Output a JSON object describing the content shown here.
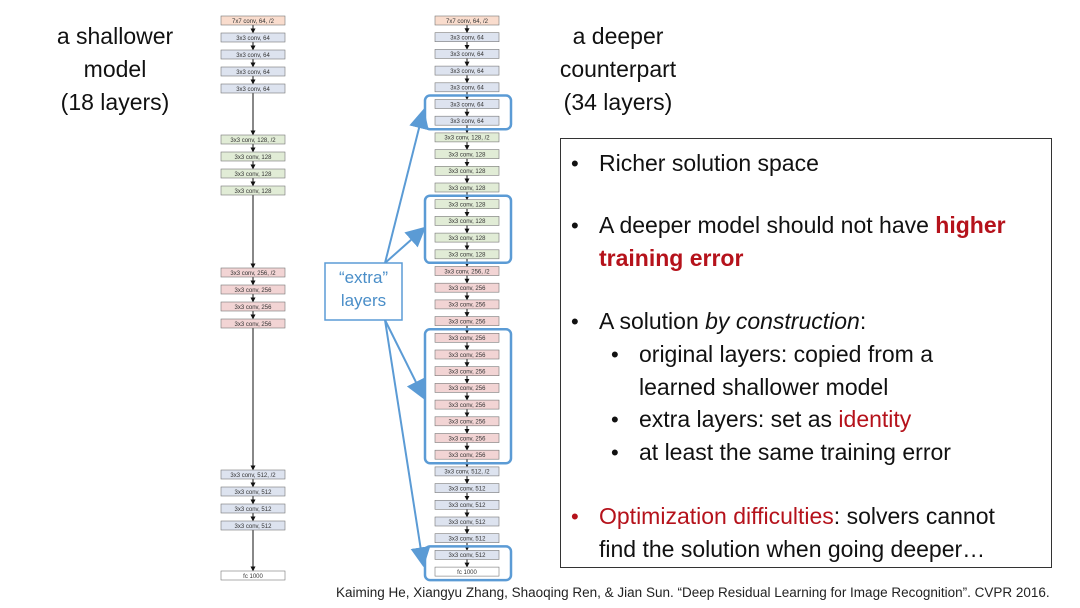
{
  "shallow_heading": [
    "a shallower",
    "model",
    "(18 layers)"
  ],
  "deep_heading": [
    "a deeper",
    "counterpart",
    "(34 layers)"
  ],
  "extra_label": [
    "“extra”",
    "layers"
  ],
  "colors": {
    "orange": "#f9dccd",
    "blue": "#dde3ef",
    "green": "#e1ecd6",
    "red": "#f2d4d4",
    "plain": "#ffffff",
    "extra_box": "#5b9bd5",
    "accent_red": "#b5121b"
  },
  "shallow_net": [
    {
      "label": "7x7 conv, 64, /2",
      "color": "orange"
    },
    {
      "label": "3x3 conv, 64",
      "color": "blue"
    },
    {
      "label": "3x3 conv, 64",
      "color": "blue"
    },
    {
      "label": "3x3 conv, 64",
      "color": "blue"
    },
    {
      "label": "3x3 conv, 64",
      "color": "blue"
    },
    {
      "label": "3x3 conv, 128, /2",
      "color": "green"
    },
    {
      "label": "3x3 conv, 128",
      "color": "green"
    },
    {
      "label": "3x3 conv, 128",
      "color": "green"
    },
    {
      "label": "3x3 conv, 128",
      "color": "green"
    },
    {
      "label": "3x3 conv, 256, /2",
      "color": "red"
    },
    {
      "label": "3x3 conv, 256",
      "color": "red"
    },
    {
      "label": "3x3 conv, 256",
      "color": "red"
    },
    {
      "label": "3x3 conv, 256",
      "color": "red"
    },
    {
      "label": "3x3 conv, 512, /2",
      "color": "blue"
    },
    {
      "label": "3x3 conv, 512",
      "color": "blue"
    },
    {
      "label": "3x3 conv, 512",
      "color": "blue"
    },
    {
      "label": "3x3 conv, 512",
      "color": "blue"
    },
    {
      "label": "fc 1000",
      "color": "plain"
    }
  ],
  "deep_net": [
    {
      "label": "7x7 conv, 64, /2",
      "color": "orange"
    },
    {
      "label": "3x3 conv, 64",
      "color": "blue"
    },
    {
      "label": "3x3 conv, 64",
      "color": "blue"
    },
    {
      "label": "3x3 conv, 64",
      "color": "blue"
    },
    {
      "label": "3x3 conv, 64",
      "color": "blue"
    },
    {
      "label": "3x3 conv, 64",
      "color": "blue"
    },
    {
      "label": "3x3 conv, 64",
      "color": "blue"
    },
    {
      "label": "3x3 conv, 128, /2",
      "color": "green"
    },
    {
      "label": "3x3 conv, 128",
      "color": "green"
    },
    {
      "label": "3x3 conv, 128",
      "color": "green"
    },
    {
      "label": "3x3 conv, 128",
      "color": "green"
    },
    {
      "label": "3x3 conv, 128",
      "color": "green"
    },
    {
      "label": "3x3 conv, 128",
      "color": "green"
    },
    {
      "label": "3x3 conv, 128",
      "color": "green"
    },
    {
      "label": "3x3 conv, 128",
      "color": "green"
    },
    {
      "label": "3x3 conv, 256, /2",
      "color": "red"
    },
    {
      "label": "3x3 conv, 256",
      "color": "red"
    },
    {
      "label": "3x3 conv, 256",
      "color": "red"
    },
    {
      "label": "3x3 conv, 256",
      "color": "red"
    },
    {
      "label": "3x3 conv, 256",
      "color": "red"
    },
    {
      "label": "3x3 conv, 256",
      "color": "red"
    },
    {
      "label": "3x3 conv, 256",
      "color": "red"
    },
    {
      "label": "3x3 conv, 256",
      "color": "red"
    },
    {
      "label": "3x3 conv, 256",
      "color": "red"
    },
    {
      "label": "3x3 conv, 256",
      "color": "red"
    },
    {
      "label": "3x3 conv, 256",
      "color": "red"
    },
    {
      "label": "3x3 conv, 256",
      "color": "red"
    },
    {
      "label": "3x3 conv, 512, /2",
      "color": "blue"
    },
    {
      "label": "3x3 conv, 512",
      "color": "blue"
    },
    {
      "label": "3x3 conv, 512",
      "color": "blue"
    },
    {
      "label": "3x3 conv, 512",
      "color": "blue"
    },
    {
      "label": "3x3 conv, 512",
      "color": "blue"
    },
    {
      "label": "3x3 conv, 512",
      "color": "blue"
    },
    {
      "label": "fc 1000",
      "color": "plain"
    }
  ],
  "extra_groups": [
    [
      5,
      6
    ],
    [
      11,
      14
    ],
    [
      19,
      26
    ],
    [
      32,
      33
    ]
  ],
  "bullets": {
    "b1": "Richer solution space",
    "b2_pre": "A deeper model should not have ",
    "b2_red_1": "higher",
    "b2_red_2": "training error",
    "b3_pre": "A solution ",
    "b3_ital": "by construction",
    "b3_post": ":",
    "s1_line1": "original layers: copied from a",
    "s1_line2": "learned shallower model",
    "s2_pre": "extra layers: set as ",
    "s2_red": "identity",
    "s3": "at least the same training error",
    "b4_red": "Optimization difficulties",
    "b4_post": ": solvers cannot",
    "b4_line2": "find the solution when going deeper…",
    "bullet_char": "•"
  },
  "citation": "Kaiming He, Xiangyu Zhang, Shaoqing Ren, & Jian Sun. “Deep Residual Learning for Image Recognition”. CVPR 2016."
}
